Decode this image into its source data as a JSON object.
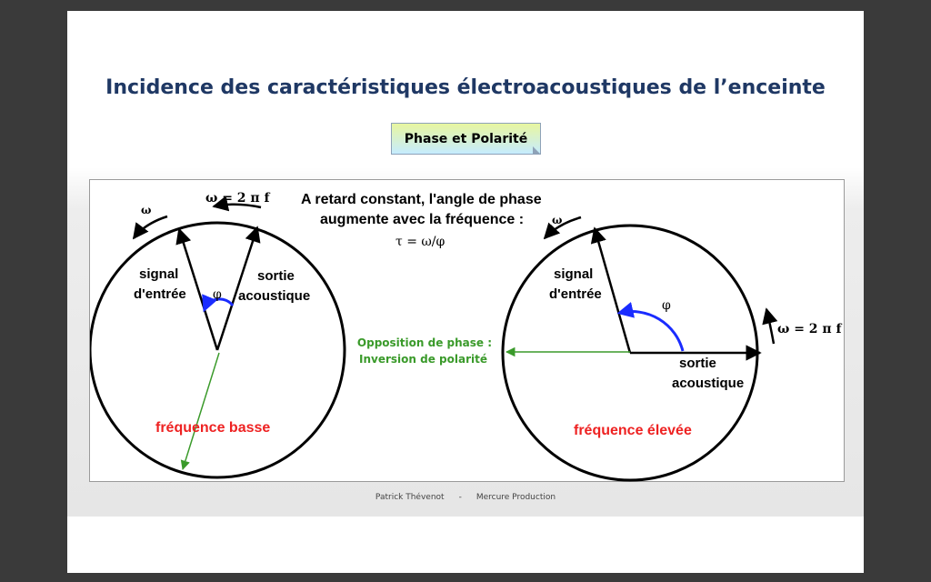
{
  "slide": {
    "title": "Incidence des caractéristiques électroacoustiques de l’enceinte",
    "subtitle": "Phase et Polarité",
    "footer": {
      "author": "Patrick Thévenot",
      "separator": "-",
      "company": "Mercure Production"
    }
  },
  "diagram": {
    "header": {
      "line1": "A retard constant, l'angle de phase",
      "line2": "augmente avec la fréquence :",
      "formula": "τ = ω/φ"
    },
    "left": {
      "omega": "ω",
      "omega_formula": "ω = 2 π f",
      "input_line1": "signal",
      "input_line2": "d'entrée",
      "phi": "φ",
      "output_line1": "sortie",
      "output_line2": "acoustique",
      "frequency": "fréquence basse"
    },
    "right": {
      "omega": "ω",
      "omega_formula": "ω = 2 π f",
      "input_line1": "signal",
      "input_line2": "d'entrée",
      "phi": "φ",
      "output_line1": "sortie",
      "output_line2": "acoustique",
      "frequency": "fréquence élevée"
    },
    "opposition_line1": "Opposition de phase :",
    "opposition_line2": "Inversion de polarité",
    "colors": {
      "black": "#000000",
      "blue": "#1a2cff",
      "red": "#ee2222",
      "green": "#3a9a2a",
      "title": "#1f3864"
    }
  }
}
